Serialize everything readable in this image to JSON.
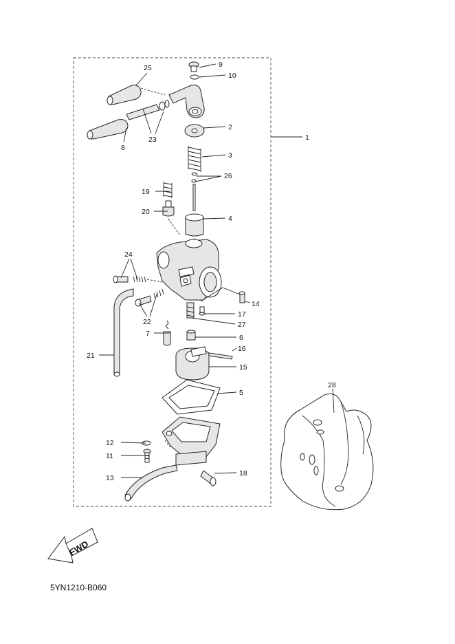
{
  "diagram": {
    "code": "5YN1210-B060",
    "fwd_label": "FWD",
    "callouts": [
      "1",
      "2",
      "3",
      "4",
      "5",
      "6",
      "7",
      "8",
      "9",
      "10",
      "11",
      "12",
      "13",
      "14",
      "15",
      "16",
      "17",
      "18",
      "19",
      "20",
      "21",
      "22",
      "23",
      "24",
      "25",
      "26",
      "27",
      "28"
    ]
  }
}
